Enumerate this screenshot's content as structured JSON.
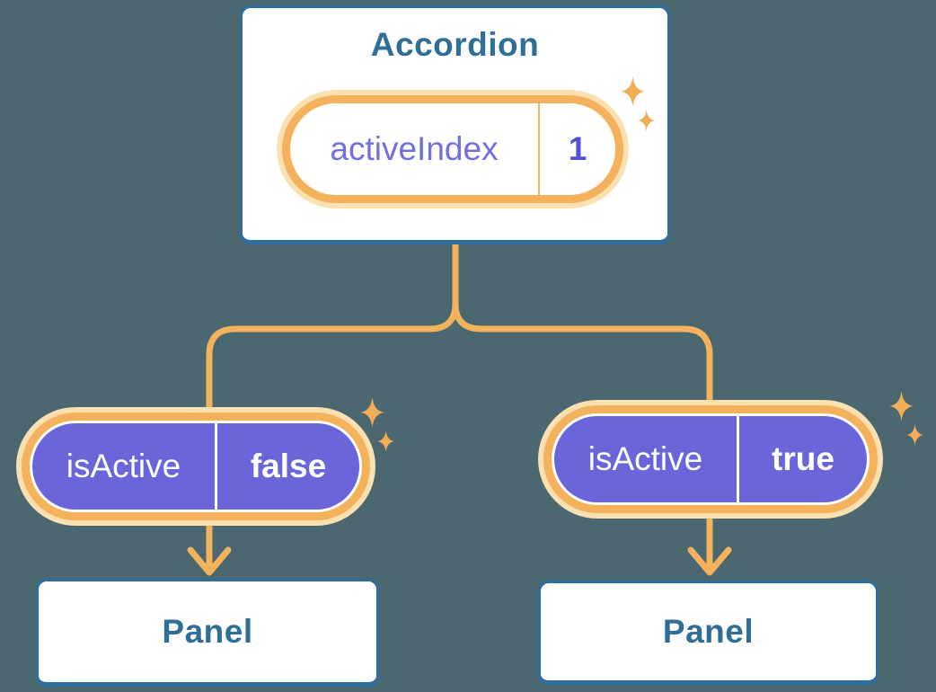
{
  "accordion": {
    "title": "Accordion",
    "state": {
      "name": "activeIndex",
      "value": "1"
    }
  },
  "panels": [
    {
      "title": "Panel",
      "prop": {
        "name": "isActive",
        "value": "false"
      }
    },
    {
      "title": "Panel",
      "prop": {
        "name": "isActive",
        "value": "true"
      }
    }
  ],
  "icons": {
    "sparkle": "sparkle-icon"
  },
  "colors": {
    "background": "#4B6770",
    "card_fill": "#FFFFFF",
    "card_border": "#2E6DA0",
    "heading_text": "#2F6F97",
    "accent_orange": "#F5B25C",
    "accent_orange_light": "#FBE0B2",
    "prop_pill_fill": "#6A66DA",
    "state_name_text": "#7170DF",
    "state_value_text": "#5450D5",
    "prop_text": "#FFFFFF"
  }
}
